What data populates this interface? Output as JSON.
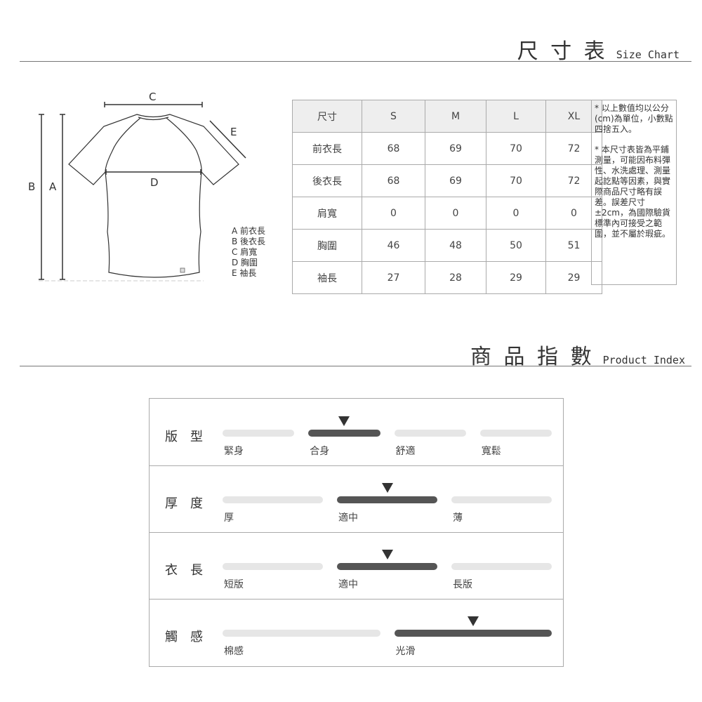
{
  "size_chart": {
    "title_zh": "尺 寸 表",
    "title_en": "Size Chart",
    "diagram_labels": {
      "a": "A",
      "b": "B",
      "c": "C",
      "d": "D",
      "e": "E"
    },
    "legend": [
      "A 前衣長",
      "B 後衣長",
      "C 肩寬",
      "D 胸圍",
      "E 袖長"
    ],
    "header": [
      "尺寸",
      "S",
      "M",
      "L",
      "XL"
    ],
    "rows": [
      [
        "前衣長",
        "68",
        "69",
        "70",
        "72"
      ],
      [
        "後衣長",
        "68",
        "69",
        "70",
        "72"
      ],
      [
        "肩寬",
        "0",
        "0",
        "0",
        "0"
      ],
      [
        "胸圍",
        "46",
        "48",
        "50",
        "51"
      ],
      [
        "袖長",
        "27",
        "28",
        "29",
        "29"
      ]
    ],
    "notes": [
      "* 以上數值均以公分(cm)為單位，小數點四捨五入。",
      "* 本尺寸表皆為平鋪測量，可能因布料彈性、水洗處理、測量起訖點等因素，與實際商品尺寸略有誤差。誤差尺寸±2cm，為國際驗貨標準內可接受之範圍，並不屬於瑕疵。"
    ]
  },
  "product_index": {
    "title_zh": "商 品 指 數",
    "title_en": "Product Index",
    "rows": [
      {
        "label": "版型",
        "options": [
          "緊身",
          "合身",
          "舒適",
          "寬鬆"
        ],
        "selected": 1
      },
      {
        "label": "厚度",
        "options": [
          "厚",
          "適中",
          "薄"
        ],
        "selected": 1
      },
      {
        "label": "衣長",
        "options": [
          "短版",
          "適中",
          "長版"
        ],
        "selected": 1
      },
      {
        "label": "觸感",
        "options": [
          "棉感",
          "光滑"
        ],
        "selected": 1
      }
    ]
  }
}
